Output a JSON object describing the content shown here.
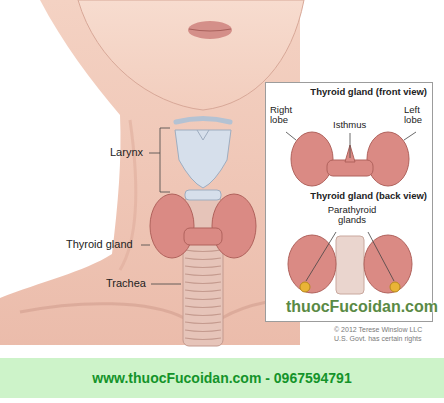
{
  "diagram": {
    "nodes": [
      {
        "text": [
          "Thyroid gland (front view)",
          "Thyroid gland (back view)"
        ]
      },
      {
        "text": [
          "www.thuocFucoidan.com - 0967594791"
        ]
      }
    ],
    "labels": [
      "Larynx",
      "Thyroid gland",
      "Trachea",
      "Right lobe",
      "Isthmus",
      "Left lobe",
      "Parathyroid glands",
      "thuocFucoidan.com",
      "© 2012 Terese Winslow LLC",
      "U.S. Govt. has certain rights"
    ]
  }
}
